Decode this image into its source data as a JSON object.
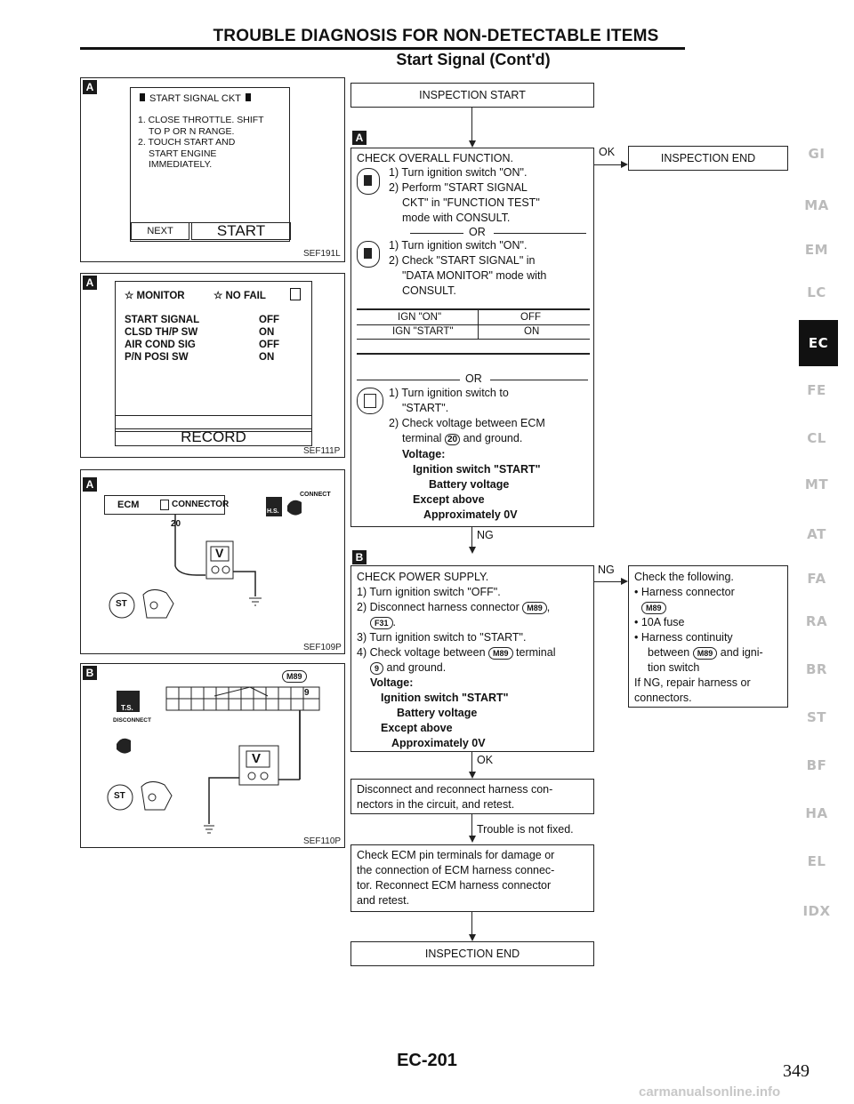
{
  "header": {
    "title": "TROUBLE DIAGNOSIS FOR NON-DETECTABLE ITEMS",
    "subtitle": "Start Signal (Cont'd)"
  },
  "panels": {
    "a1": {
      "letter": "A",
      "banner": "START SIGNAL CKT",
      "steps": [
        "1. CLOSE THROTTLE. SHIFT",
        "TO P OR N RANGE.",
        "2. TOUCH START AND",
        "START ENGINE",
        "IMMEDIATELY."
      ],
      "next_label": "NEXT",
      "start_label": "START",
      "ref": "SEF191L"
    },
    "a2": {
      "letter": "A",
      "monitor_label": "☆ MONITOR",
      "nofail_label": "☆ NO FAIL",
      "rows": [
        {
          "name": "START SIGNAL",
          "value": "OFF"
        },
        {
          "name": "CLSD TH/P SW",
          "value": "ON"
        },
        {
          "name": "AIR COND SIG",
          "value": "OFF"
        },
        {
          "name": "P/N POSI SW",
          "value": "ON"
        }
      ],
      "record_label": "RECORD",
      "ref": "SEF111P"
    },
    "a3": {
      "letter": "A",
      "ecm_label": "ECM",
      "connector_label": "CONNECTOR",
      "pin": "20",
      "connect_label": "CONNECT",
      "hs_label": "H.S.",
      "meter": "V",
      "st_label": "ST",
      "ref": "SEF109P"
    },
    "b1": {
      "letter": "B",
      "conn": "M89",
      "pin": "9",
      "ts_label": "T.S.",
      "disconnect_label": "DISCONNECT",
      "meter": "V",
      "st_label": "ST",
      "ref": "SEF110P"
    }
  },
  "flow": {
    "inspection_start": "INSPECTION START",
    "letter_a": "A",
    "letter_b": "B",
    "check_overall": {
      "title": "CHECK OVERALL FUNCTION.",
      "consult_steps": [
        "1) Turn ignition switch \"ON\".",
        "2) Perform \"START SIGNAL",
        "CKT\" in \"FUNCTION TEST\"",
        "mode with CONSULT."
      ],
      "or1": "OR",
      "monitor_steps": [
        "1) Turn ignition switch \"ON\".",
        "2) Check \"START SIGNAL\" in",
        "\"DATA MONITOR\" mode with",
        "CONSULT."
      ],
      "table": [
        {
          "cond": "IGN \"ON\"",
          "val": "OFF"
        },
        {
          "cond": "IGN \"START\"",
          "val": "ON"
        }
      ],
      "or2": "OR",
      "tester_steps": [
        "1) Turn ignition switch to",
        "\"START\".",
        "2) Check voltage between ECM",
        "terminal",
        "and ground."
      ],
      "terminal": "20",
      "voltage_label": "Voltage:",
      "v1": "Ignition switch \"START\"",
      "v2": "Battery voltage",
      "v3": "Except above",
      "v4": "Approximately 0V"
    },
    "ok_label": "OK",
    "inspection_end_1": "INSPECTION END",
    "ng_label_1": "NG",
    "check_power": {
      "title": "CHECK POWER SUPPLY.",
      "s1": "1) Turn ignition switch \"OFF\".",
      "s2": "2) Disconnect harness connector",
      "s2c1": "M89",
      "s2c2": "F31",
      "s3": "3) Turn ignition switch to \"START\".",
      "s4": "4) Check voltage between",
      "s4c": "M89",
      "s4b": "terminal",
      "s4pin": "9",
      "s4end": "and ground.",
      "voltage_label": "Voltage:",
      "v1": "Ignition switch \"START\"",
      "v2": "Battery voltage",
      "v3": "Except above",
      "v4": "Approximately 0V"
    },
    "ng_label_2": "NG",
    "check_following": {
      "title": "Check the following.",
      "b1": "• Harness connector",
      "b1c": "M89",
      "b2": "• 10A fuse",
      "b3": "• Harness continuity",
      "b3a": "between",
      "b3c": "M89",
      "b3b": "and igni-",
      "b3d": "tion switch",
      "b4": "If NG, repair harness or",
      "b5": "connectors."
    },
    "ok_label_2": "OK",
    "disconnect": [
      "Disconnect and reconnect harness con-",
      "nectors in the circuit, and retest."
    ],
    "trouble_label": "Trouble is not fixed.",
    "check_ecm": [
      "Check ECM pin terminals for damage or",
      "the connection of ECM harness connec-",
      "tor. Reconnect ECM harness connector",
      "and retest."
    ],
    "inspection_end_2": "INSPECTION END"
  },
  "side_tabs": [
    "GI",
    "MA",
    "EM",
    "LC",
    "EC",
    "FE",
    "CL",
    "MT",
    "AT",
    "FA",
    "RA",
    "BR",
    "ST",
    "BF",
    "HA",
    "EL",
    "IDX"
  ],
  "active_tab": "EC",
  "footer": {
    "page_code": "EC-201",
    "page_number": "349",
    "watermark": "carmanualsonline.info"
  }
}
